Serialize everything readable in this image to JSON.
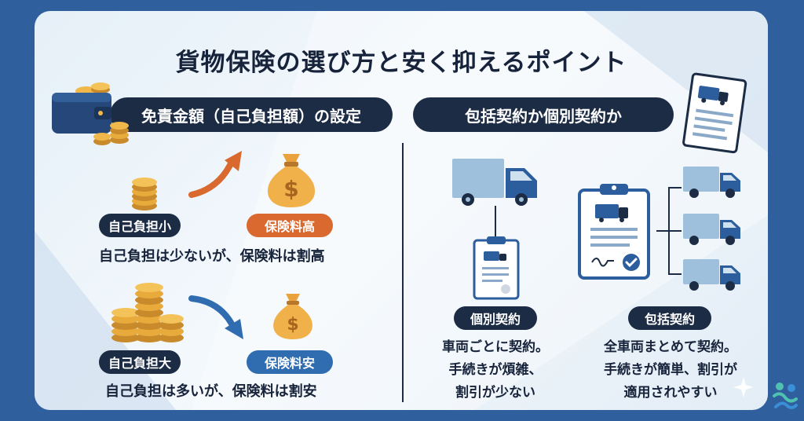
{
  "title": "貨物保険の選び方と安く抑えるポイント",
  "left": {
    "header": "免責金額（自己負担額）の設定",
    "row1": {
      "label": "自己負担小",
      "result": "保険料高",
      "caption": "自己負担は少ないが、保険料は割高"
    },
    "row2": {
      "label": "自己負担大",
      "result": "保険料安",
      "caption": "自己負担は多いが、保険料は割安"
    }
  },
  "right": {
    "header": "包括契約か個別契約か",
    "individual": {
      "label": "個別契約",
      "lines": [
        "車両ごとに契約。",
        "手続きが煩雑、",
        "割引が少ない"
      ]
    },
    "blanket": {
      "label": "包括契約",
      "lines": [
        "全車両まとめて契約。",
        "手続きが簡単、割引が",
        "適用されやすい"
      ]
    }
  },
  "colors": {
    "navy": "#1c2c45",
    "orange": "#d9692e",
    "blue": "#2f6db0",
    "truck_body": "#9fc0dc",
    "truck_cab": "#2c5e9e"
  },
  "icons": [
    "wallet-coins-icon",
    "document-truck-icon",
    "coin-stack-icon",
    "money-bag-icon",
    "arrow-up-icon",
    "arrow-down-icon",
    "truck-icon",
    "clipboard-icon",
    "brand-logo-icon"
  ]
}
